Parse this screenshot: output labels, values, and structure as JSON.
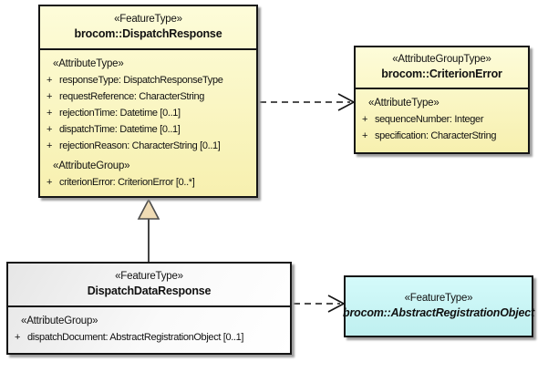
{
  "colors": {
    "class_fill_yellow": "#F9F3B4",
    "class_fill_cyan": "#C9F5F5",
    "class_fill_neutral": "#F2F2F2",
    "border": "#151515",
    "shadow": "#9E9E9E",
    "generalization_triangle_fill": "#F0DCB5"
  },
  "boxes": {
    "dispatch_response": {
      "stereotype": "«FeatureType»",
      "name": "brocom::DispatchResponse",
      "sections": [
        {
          "label": "«AttributeType»",
          "attrs": [
            {
              "vis": "+",
              "text": "responseType: DispatchResponseType"
            },
            {
              "vis": "+",
              "text": "requestReference: CharacterString"
            },
            {
              "vis": "+",
              "text": "rejectionTime: Datetime [0..1]"
            },
            {
              "vis": "+",
              "text": "dispatchTime: Datetime [0..1]"
            },
            {
              "vis": "+",
              "text": "rejectionReason: CharacterString [0..1]"
            }
          ]
        },
        {
          "label": "«AttributeGroup»",
          "attrs": [
            {
              "vis": "+",
              "text": "criterionError: CriterionError [0..*]"
            }
          ]
        }
      ]
    },
    "criterion_error": {
      "stereotype": "«AttributeGroupType»",
      "name": "brocom::CriterionError",
      "sections": [
        {
          "label": "«AttributeType»",
          "attrs": [
            {
              "vis": "+",
              "text": "sequenceNumber: Integer"
            },
            {
              "vis": "+",
              "text": "specification: CharacterString"
            }
          ]
        }
      ]
    },
    "dispatch_data_response": {
      "stereotype": "«FeatureType»",
      "name": "DispatchDataResponse",
      "sections": [
        {
          "label": "«AttributeGroup»",
          "attrs": [
            {
              "vis": "+",
              "text": "dispatchDocument: AbstractRegistrationObject [0..1]"
            }
          ]
        }
      ]
    },
    "abstract_registration_object": {
      "stereotype": "«FeatureType»",
      "name": "brocom::AbstractRegistrationObject"
    }
  },
  "connectors": [
    {
      "type": "dependency",
      "from": "brocom::DispatchResponse",
      "to": "brocom::CriterionError",
      "line": "dashed",
      "arrowhead": "open"
    },
    {
      "type": "generalization",
      "from": "DispatchDataResponse",
      "to": "brocom::DispatchResponse",
      "line": "solid",
      "arrowhead": "hollow-triangle"
    },
    {
      "type": "dependency",
      "from": "DispatchDataResponse",
      "to": "brocom::AbstractRegistrationObject",
      "line": "dashed",
      "arrowhead": "open"
    }
  ]
}
